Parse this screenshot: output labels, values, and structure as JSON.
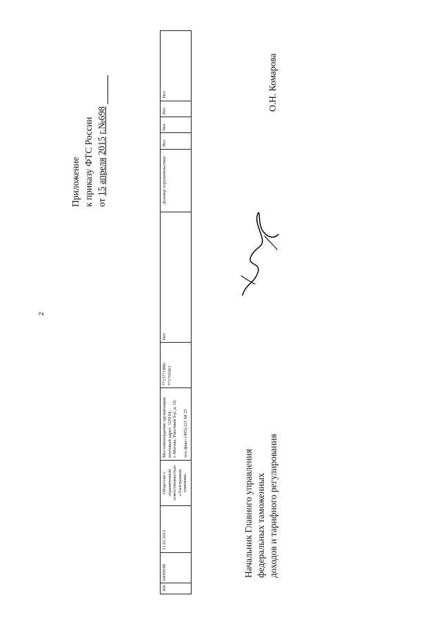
{
  "page_number": "2",
  "appendix": {
    "line1": "Приложение",
    "line2": "к приказу ФТС России",
    "prefix": "от",
    "day": "15",
    "month": "апреля",
    "year": "2015",
    "year_suffix": "г.",
    "number_sign": "№",
    "number": "698"
  },
  "table_row": {
    "num": "430",
    "code": "04300/00",
    "date": "31.01.2012",
    "name": "Общество с ограниченной ответственностью «Электронная таможня»",
    "address_lines": [
      "Местонахождение организации,",
      "почтовый адрес: 129164,",
      "г. Москва, Ракетный б-р, д. 16;"
    ],
    "phone": "тел./факс: (495) 221 68 25",
    "inn_kpp": "7715771886/ 771701001",
    "none_wide": "Нет",
    "doc_type": "Договор поручительства",
    "none1": "Нет",
    "none2": "Нет",
    "none3": "Нет",
    "none4": "Нет"
  },
  "signer": {
    "line1": "Начальник Главного управления",
    "line2": "федеральных таможенных",
    "line3": "доходов и тарифного регулирования",
    "name": "О.Н. Комарова"
  }
}
